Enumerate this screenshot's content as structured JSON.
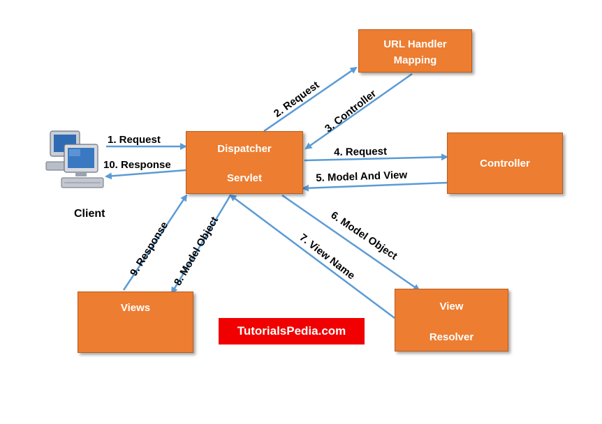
{
  "nodes": {
    "url_handler": {
      "line1": "URL Handler",
      "line2": "Mapping"
    },
    "dispatcher": {
      "line1": "Dispatcher",
      "line2": "Servlet"
    },
    "controller": {
      "label": "Controller"
    },
    "views": {
      "label": "Views"
    },
    "view_resolver": {
      "line1": "View",
      "line2": "Resolver"
    },
    "client": {
      "label": "Client"
    }
  },
  "edges": {
    "e1": "1. Request",
    "e2": "2. Request",
    "e3": "3. Controller",
    "e4": "4. Request",
    "e5": "5. Model And View",
    "e6": "6. Model Object",
    "e7": "7. View Name",
    "e8": "8. Model Object",
    "e9": "9. Response",
    "e10": "10. Response"
  },
  "brand": "TutorialsPedia.com",
  "colors": {
    "box": "#ED7D31",
    "arrow": "#5B9BD5",
    "brand": "#F00000"
  },
  "icons": {
    "client": "computer-network-icon"
  }
}
